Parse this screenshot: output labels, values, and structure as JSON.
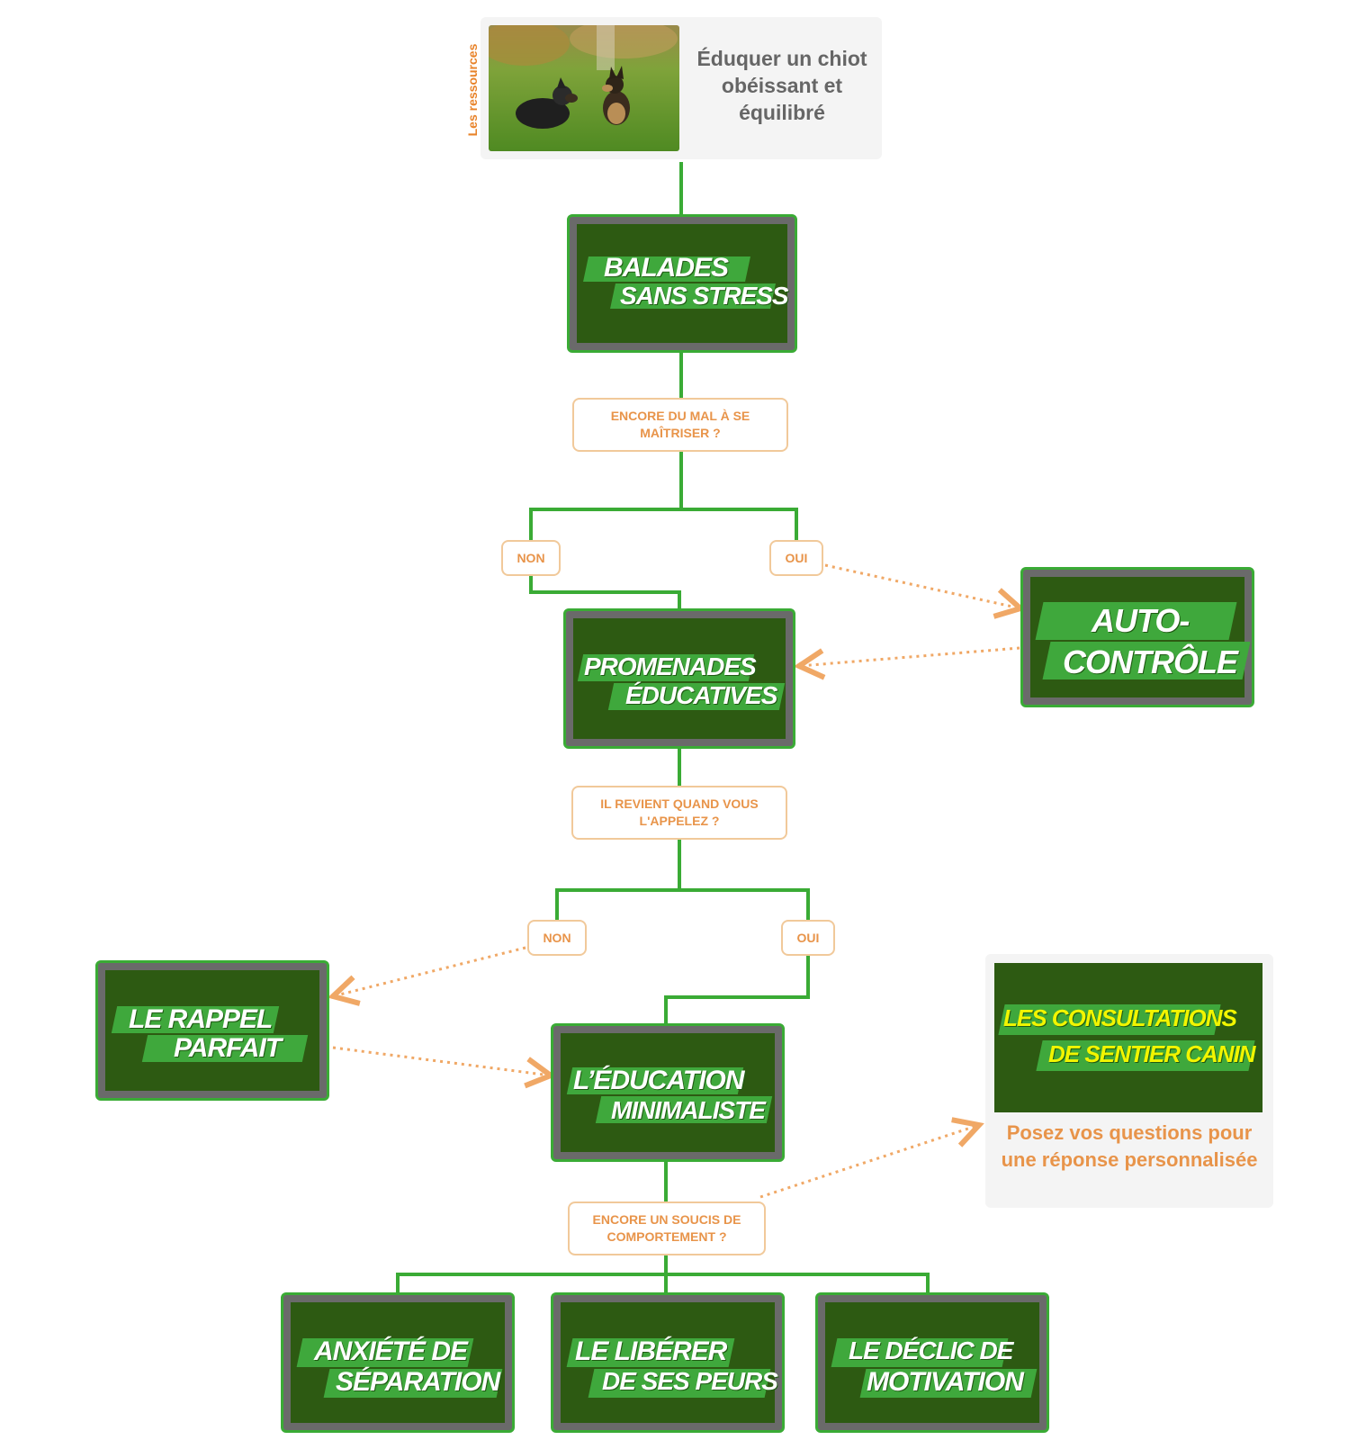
{
  "header": {
    "side_label": "Les ressources",
    "title": "Éduquer un chiot obéissant et équilibré",
    "photo_icon": "two-puppies-on-grass-photo"
  },
  "colors": {
    "board_green": "#2d5a12",
    "brush_green": "#3fa83c",
    "border_green": "#3aab35",
    "line_green": "#3aab35",
    "orange": "#e8944a",
    "yellow_text": "#f2f500"
  },
  "boards": {
    "balades": [
      "BALADES",
      "SANS STRESS"
    ],
    "auto_controle": [
      "AUTO-",
      "CONTRÔLE"
    ],
    "promenades": [
      "PROMENADES",
      "ÉDUCATIVES"
    ],
    "rappel": [
      "LE RAPPEL",
      "PARFAIT"
    ],
    "education": [
      "L’ÉDUCATION",
      "MINIMALISTE"
    ],
    "anxiete": [
      "ANXIÉTÉ DE",
      "SÉPARATION"
    ],
    "liberer": [
      "LE LIBÉRER",
      "DE SES PEURS"
    ],
    "declic": [
      "LE DÉCLIC DE",
      "MOTIVATION"
    ]
  },
  "questions": {
    "q1": "ENCORE DU MAL À SE MAÎTRISER ?",
    "q2": "IL REVIENT QUAND VOUS L'APPELEZ ?",
    "q3": "ENCORE UN SOUCIS DE COMPORTEMENT ?"
  },
  "answers": {
    "non": "NON",
    "oui": "OUI"
  },
  "consultations": {
    "title": [
      "LES CONSULTATIONS",
      "DE SENTIER CANIN"
    ],
    "text": "Posez vos questions pour une réponse personnalisée"
  }
}
